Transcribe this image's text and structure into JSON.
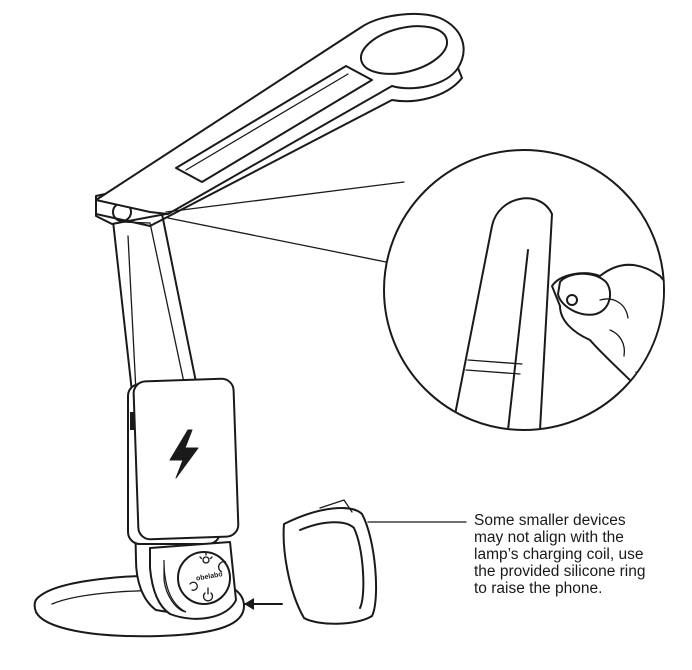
{
  "callout": {
    "lines": [
      "Some smaller devices",
      "may not align with the",
      "lamp’s charging coil, use",
      "the provided silicone ring",
      "to raise the phone."
    ]
  },
  "hub": {
    "brand": "obelabo"
  },
  "icons": {
    "charging": "lightning-bolt-icon",
    "power": "power-icon",
    "moon": "moon-icon",
    "brightness": "brightness-icon"
  },
  "colors": {
    "line": "#1a1a1a",
    "shade": "#cfcfcf",
    "background": "#ffffff"
  }
}
